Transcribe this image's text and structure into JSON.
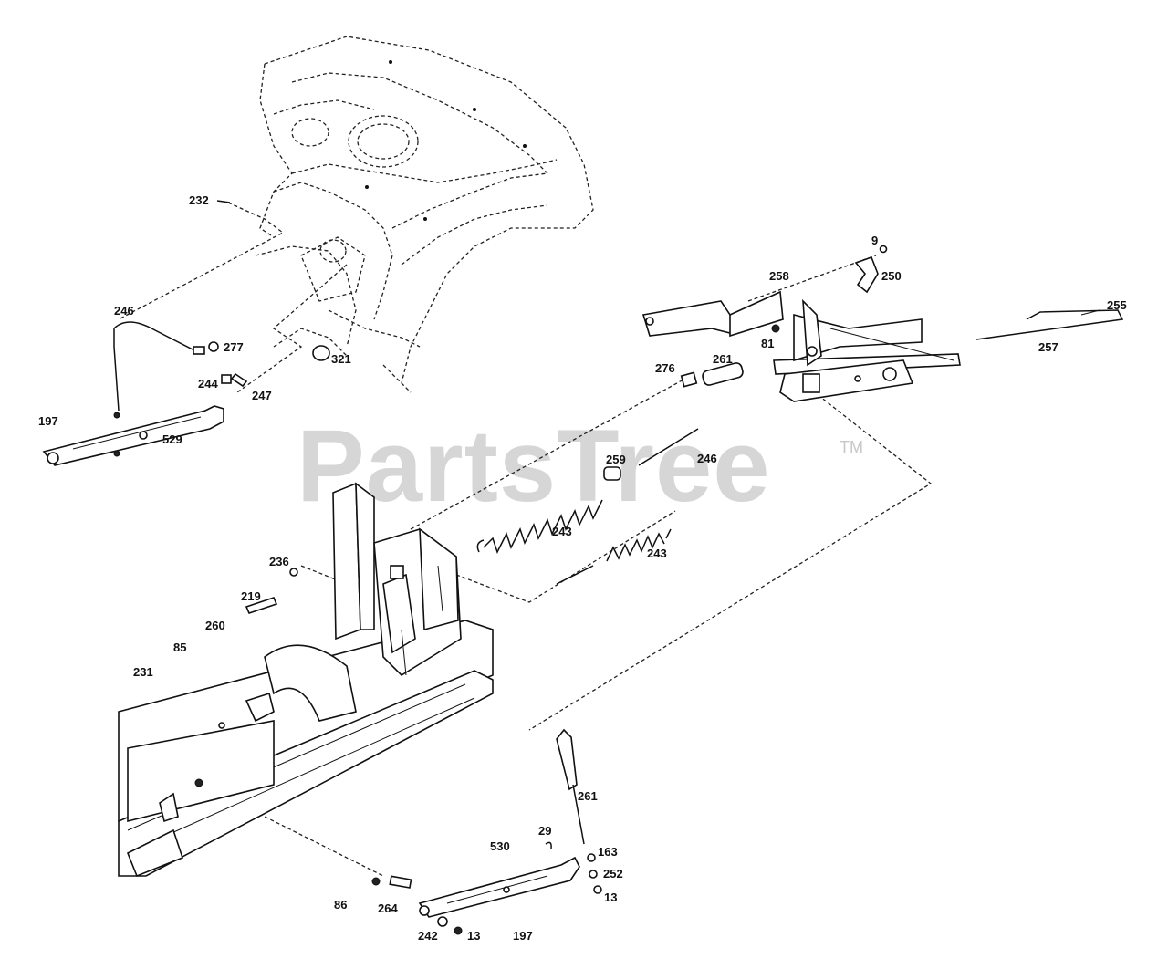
{
  "watermark": {
    "brand": "PartsTree",
    "trademark": "TM"
  },
  "part_labels": [
    {
      "id": "232",
      "text": "232"
    },
    {
      "id": "246a",
      "text": "246"
    },
    {
      "id": "277",
      "text": "277"
    },
    {
      "id": "244",
      "text": "244"
    },
    {
      "id": "247",
      "text": "247"
    },
    {
      "id": "321",
      "text": "321"
    },
    {
      "id": "197a",
      "text": "197"
    },
    {
      "id": "529",
      "text": "529"
    },
    {
      "id": "9",
      "text": "9"
    },
    {
      "id": "258",
      "text": "258"
    },
    {
      "id": "250",
      "text": "250"
    },
    {
      "id": "255",
      "text": "255"
    },
    {
      "id": "81",
      "text": "81"
    },
    {
      "id": "257",
      "text": "257"
    },
    {
      "id": "276",
      "text": "276"
    },
    {
      "id": "261a",
      "text": "261"
    },
    {
      "id": "259",
      "text": "259"
    },
    {
      "id": "246b",
      "text": "246"
    },
    {
      "id": "243a",
      "text": "243"
    },
    {
      "id": "243b",
      "text": "243"
    },
    {
      "id": "236",
      "text": "236"
    },
    {
      "id": "219",
      "text": "219"
    },
    {
      "id": "260",
      "text": "260"
    },
    {
      "id": "85",
      "text": "85"
    },
    {
      "id": "231",
      "text": "231"
    },
    {
      "id": "261b",
      "text": "261"
    },
    {
      "id": "29",
      "text": "29"
    },
    {
      "id": "530",
      "text": "530"
    },
    {
      "id": "163",
      "text": "163"
    },
    {
      "id": "252",
      "text": "252"
    },
    {
      "id": "13a",
      "text": "13"
    },
    {
      "id": "86",
      "text": "86"
    },
    {
      "id": "264",
      "text": "264"
    },
    {
      "id": "242",
      "text": "242"
    },
    {
      "id": "13b",
      "text": "13"
    },
    {
      "id": "197b",
      "text": "197"
    }
  ]
}
